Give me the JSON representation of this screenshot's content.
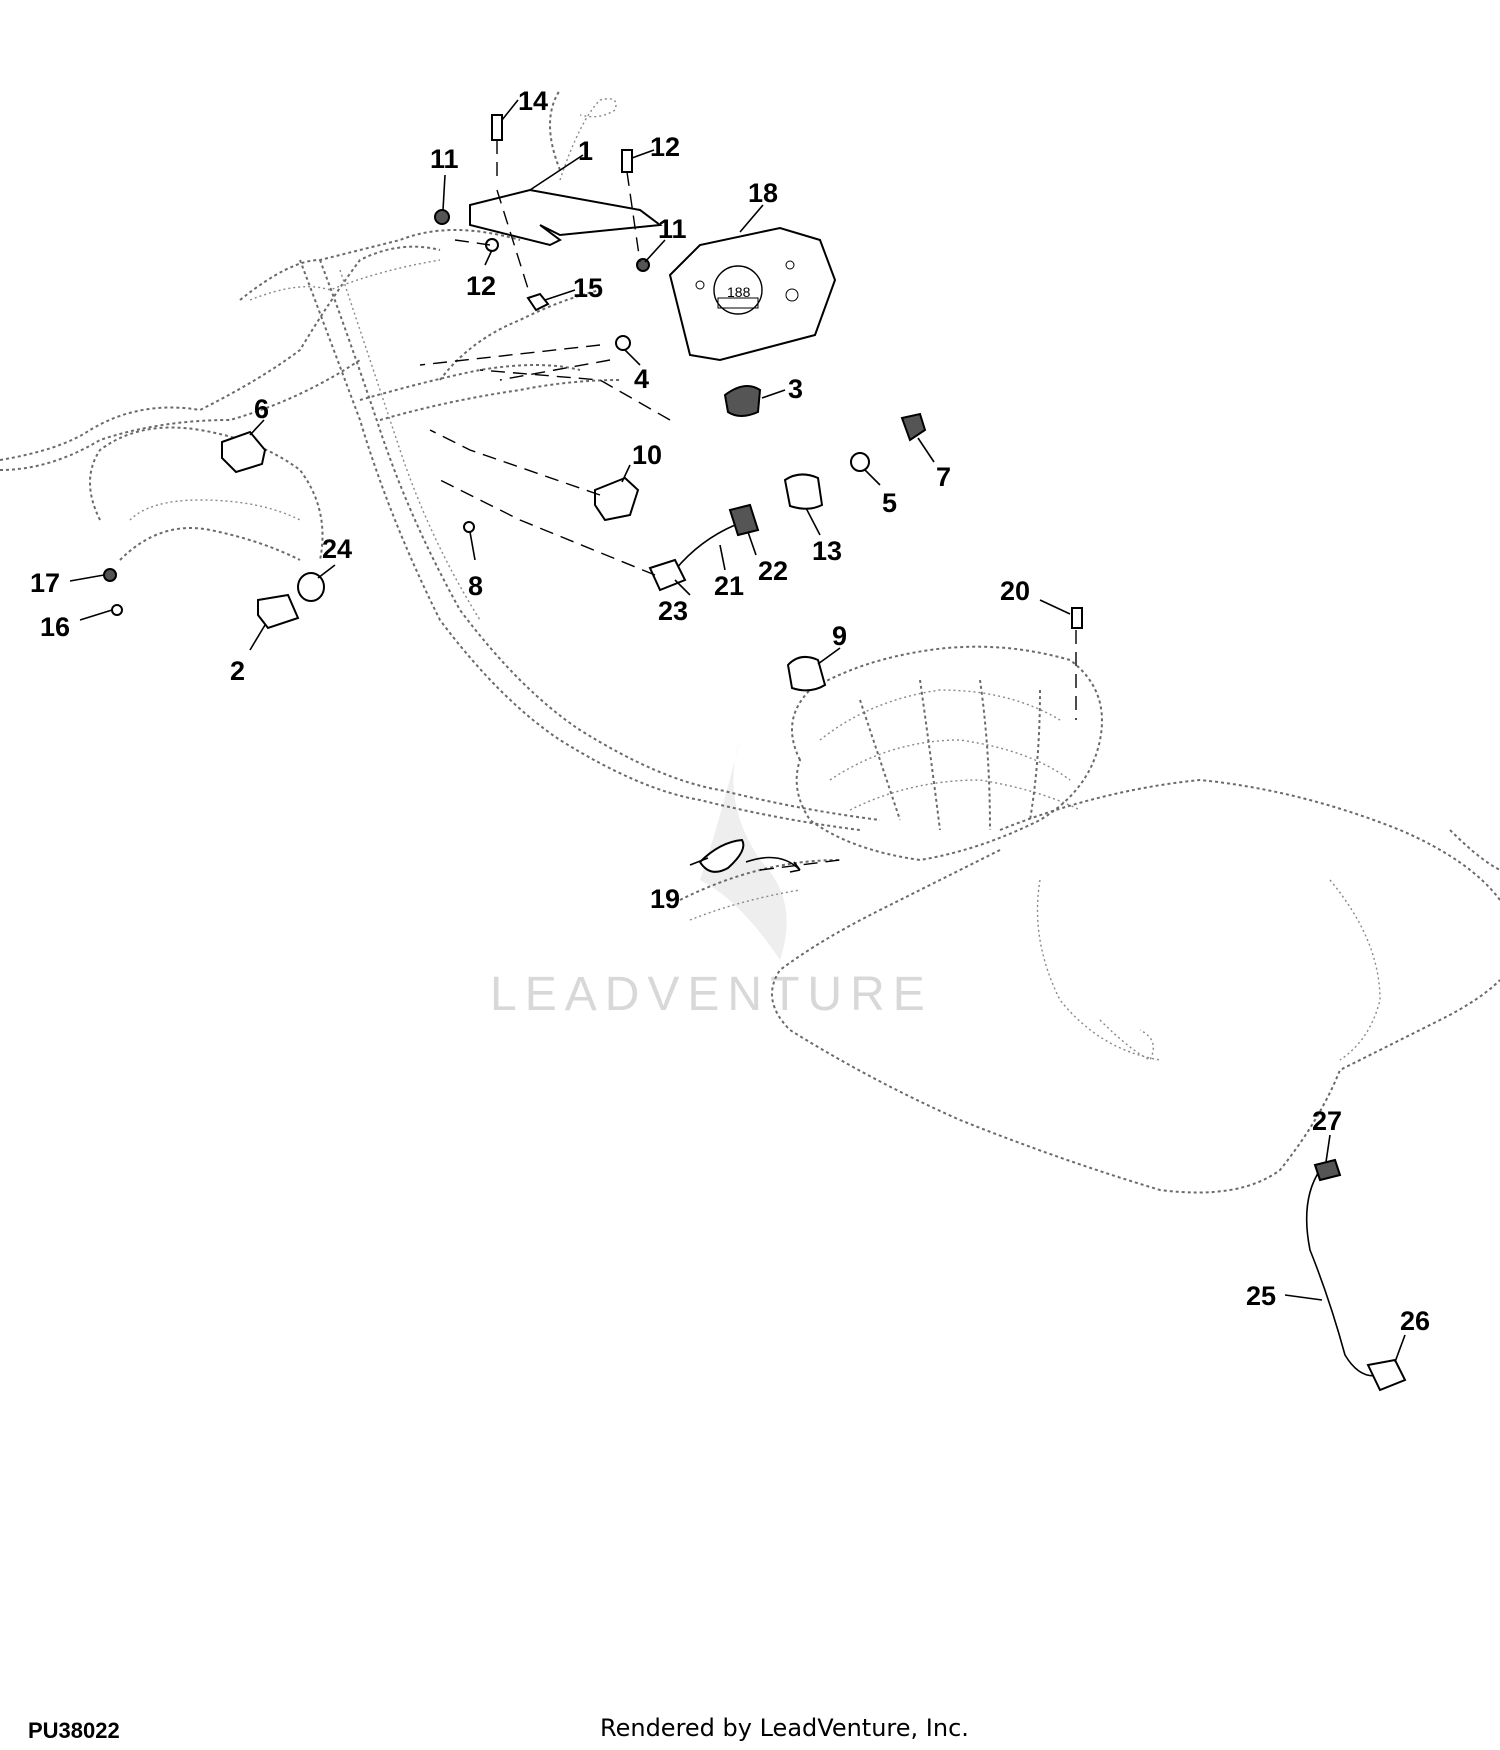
{
  "figure_id": "PU38022",
  "credit": "Rendered by LeadVenture, Inc.",
  "watermark": "LEADVENTURE",
  "callouts": [
    "14",
    "1",
    "12",
    "11",
    "11",
    "12",
    "15",
    "18",
    "4",
    "3",
    "6",
    "10",
    "7",
    "5",
    "13",
    "22",
    "21",
    "23",
    "8",
    "17",
    "24",
    "16",
    "2",
    "20",
    "9",
    "19",
    "27",
    "25",
    "26"
  ]
}
